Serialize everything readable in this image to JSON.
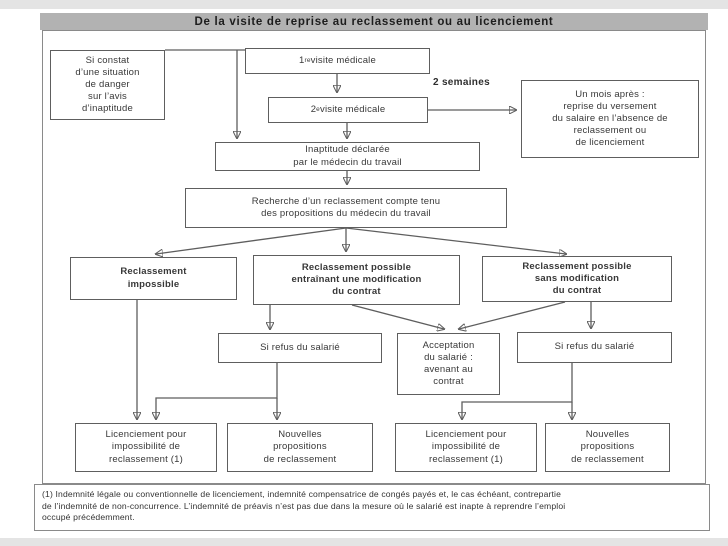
{
  "page": {
    "title": "De la visite de reprise au reclassement ou au licenciement",
    "footnote": "(1) Indemnité légale ou conventionnelle de licenciement, indemnité compensatrice de congés payés et, le cas échéant, contrepartie\nde l’indemnité de non-concurrence. L’indemnité de préavis n’est pas due dans la mesure où le salarié est inapte à reprendre l’emploi\noccupé précédemment."
  },
  "labels": {
    "delay": "2 semaines"
  },
  "nodes": {
    "danger": "Si constat\nd’une situation\nde danger\nsur l’avis\nd’inaptitude",
    "visit1": {
      "num": "1",
      "sup": "re",
      "rest": " visite médicale"
    },
    "visit2": {
      "num": "2",
      "sup": "e",
      "rest": " visite médicale"
    },
    "un_mois": "Un mois après :\nreprise du versement\ndu salaire en l’absence de\nreclassement ou\nde licenciement",
    "inaptitude": "Inaptitude déclarée\npar le médecin du travail",
    "recherche": "Recherche d’un reclassement compte tenu\ndes propositions du médecin du travail",
    "reclassement_impossible": "Reclassement\nimpossible",
    "reclassement_modification": "Reclassement possible\nentraînant une modification\ndu contrat",
    "reclassement_sans_modification": "Reclassement possible\nsans modification\ndu contrat",
    "refus_gauche": "Si refus du salarié",
    "acceptation": "Acceptation\ndu salarié :\navenant au\ncontrat",
    "refus_droite": "Si refus du salarié",
    "licenciement_gauche": "Licenciement pour\nimpossibilité de\nreclassement (1)",
    "nouvelles_gauche": "Nouvelles\npropositions\nde reclassement",
    "licenciement_droite": "Licenciement pour\nimpossibilité de\nreclassement (1)",
    "nouvelles_droite": "Nouvelles\npropositions\nde reclassement"
  },
  "colors": {
    "title_bar": "#b2b2b2",
    "box_border": "#5e5e5e",
    "text": "#383838"
  }
}
